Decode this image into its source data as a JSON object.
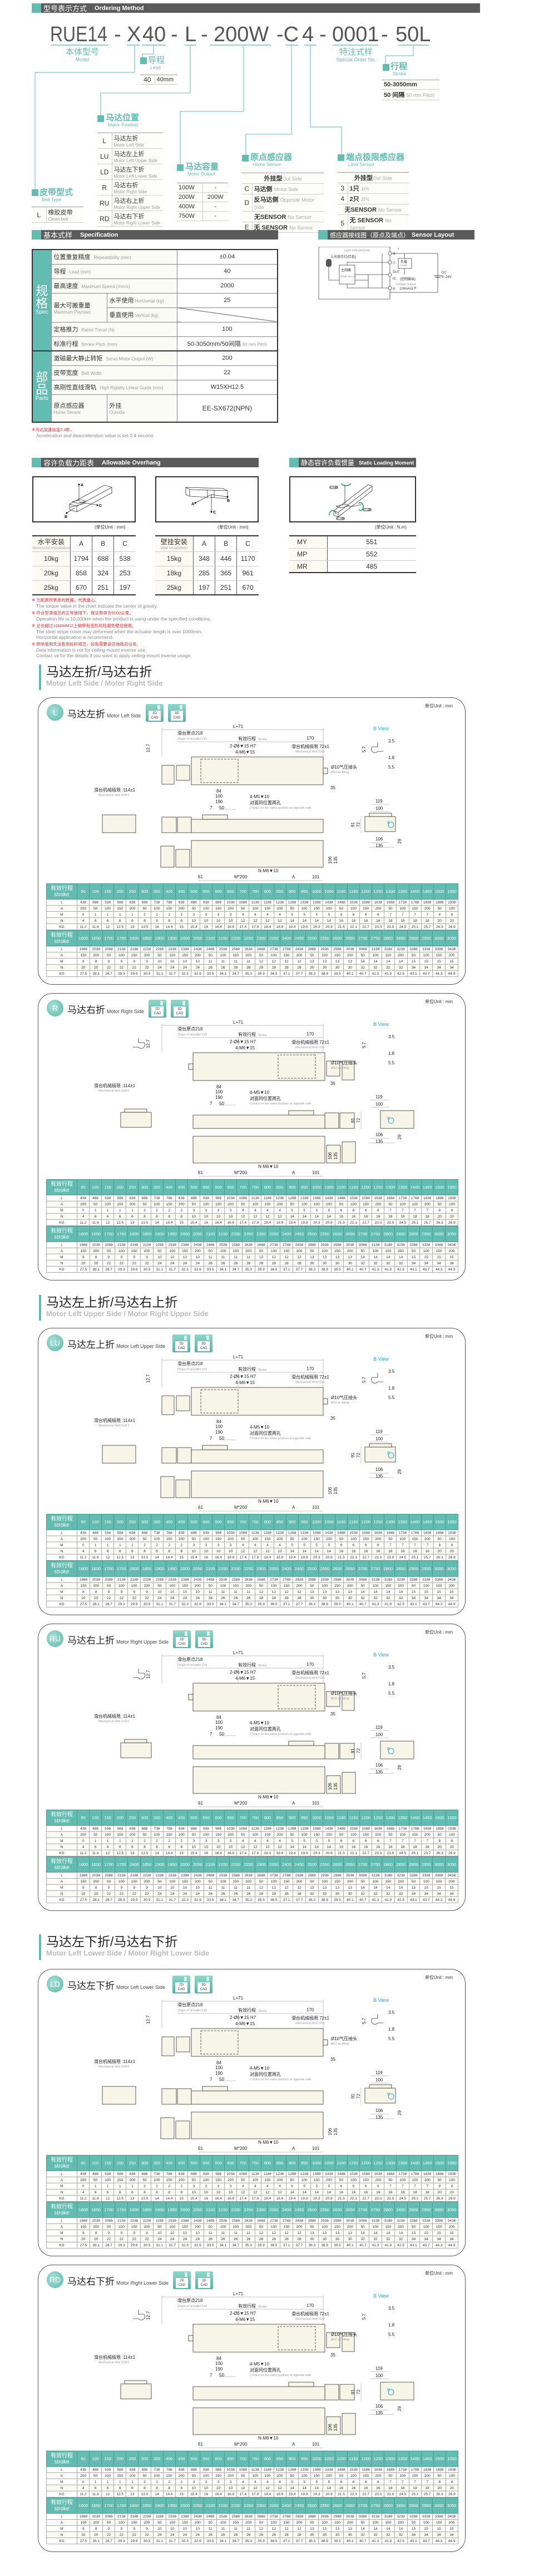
{
  "ordering": {
    "header_cn": "型号表示方式",
    "header_en": "Ordering Method",
    "code": {
      "model": "RUE14",
      "d1": "-",
      "belt": "X",
      "lead": "40",
      "d2": "-",
      "motor_pos": "L",
      "d3": "-",
      "output": "200W",
      "home": "-C",
      "limit": "4",
      "d4": "-",
      "special": "0001",
      "d5": "-",
      "stroke": "50L"
    },
    "model_label": {
      "cn": "本体型号",
      "en": "Model"
    },
    "special_label": {
      "cn": "特注式样",
      "en": "Special Order No."
    },
    "lead": {
      "cn": "导程",
      "en": "Lead",
      "rows": [
        {
          "k": "40",
          "v": "40mm"
        }
      ]
    },
    "stroke": {
      "cn": "行程",
      "en": "Stroke",
      "range": "50-3050mm",
      "pitch_a": "50 间隔",
      "pitch_b": "50 mm Pitch"
    },
    "motor_position": {
      "cn": "马达位置",
      "en": "Motor Position",
      "rows": [
        {
          "k": "L",
          "cn": "马达左折",
          "en": "Motor Left Side"
        },
        {
          "k": "LU",
          "cn": "马达左上折",
          "en": "Motor Left Upper Side"
        },
        {
          "k": "LD",
          "cn": "马达左下折",
          "en": "Motor Left Lower Side"
        },
        {
          "k": "R",
          "cn": "马达右折",
          "en": "Motor Right Side"
        },
        {
          "k": "RU",
          "cn": "马达右上折",
          "en": "Motor Right Upper Side"
        },
        {
          "k": "RD",
          "cn": "马达右下折",
          "en": "Motor Right Lower Side"
        }
      ]
    },
    "belt_type": {
      "cn": "皮带型式",
      "en": "Belt Type",
      "rows": [
        {
          "k": "L",
          "cn": "橡胶皮带",
          "en": "Clean belt"
        }
      ]
    },
    "motor_output": {
      "cn": "马达容量",
      "en": "Motor Output",
      "rows": [
        {
          "k": "100W",
          "v": "-"
        },
        {
          "k": "200W",
          "v": "200W"
        },
        {
          "k": "400W",
          "v": "-"
        },
        {
          "k": "750W",
          "v": "-"
        }
      ]
    },
    "home_sensor": {
      "cn": "原点感应器",
      "en": "Home Sensor",
      "head_cn": "外挂型",
      "head_en": "Out Side",
      "rows": [
        {
          "k": "C",
          "cn": "马达侧",
          "en": "Motor Side"
        },
        {
          "k": "D",
          "cn": "反马达侧",
          "en": "Opposite Motor Side"
        },
        {
          "k": "",
          "cn": "无SENSOR",
          "en": "No Sensor"
        },
        {
          "k": "E",
          "cn": "无 SENSOR",
          "en": "No Sensor"
        }
      ]
    },
    "limit_sensor": {
      "cn": "端点极限感应器",
      "en": "Limit Sensor",
      "head_cn": "外挂型",
      "head_en": "Out Side",
      "rows": [
        {
          "k": "3",
          "cn": "1只",
          "en": "1Pc"
        },
        {
          "k": "4",
          "cn": "2只",
          "en": "2Pc"
        },
        {
          "k": "",
          "cn": "无SENSOR",
          "en": "No Sensor"
        },
        {
          "k": "5",
          "cn": "无 SENSOR",
          "en": "No Sensor"
        }
      ]
    }
  },
  "spec": {
    "header_cn": "基本式样",
    "header_en": "Specification",
    "side_spec_cn": "规格",
    "side_spec_en": "Spec",
    "side_parts_cn": "部品",
    "side_parts_en": "Parts",
    "repeat": {
      "cn": "位置重复精度",
      "en": "Repeatability (mm)",
      "v": "±0.04"
    },
    "lead": {
      "cn": "导程",
      "en": "Lead (mm)",
      "v": "40"
    },
    "speed": {
      "cn": "最高速度",
      "en": "Maximum Speed (mm/s)",
      "v": "2000"
    },
    "payload": {
      "cn": "最大可搬重量",
      "en": "Maximum Payload",
      "h_cn": "水平使用",
      "h_en": "Horizontal (kg)",
      "h_v": "25",
      "v_cn": "垂直使用",
      "v_en": "Vertical (kg)"
    },
    "thrust": {
      "cn": "定格推力",
      "en": "Rated Thrust (N)",
      "v": "100"
    },
    "stroke": {
      "cn": "标准行程",
      "en": "Stroke Pitch (mm)",
      "v": "50-3050mm/50间隔",
      "v_en": "50 mm Pitch"
    },
    "motor": {
      "cn": "激磁最大静止转矩",
      "en": "Servo Motor Output (W)",
      "v": "200"
    },
    "belt": {
      "cn": "皮带宽度",
      "en": "Belt Width",
      "v": "22"
    },
    "guide": {
      "cn": "高刚性直线滑轨",
      "en": "High Rigidity Linear Guide (mm)",
      "v": "W15XH12.5"
    },
    "home": {
      "cn": "原点感应器",
      "en": "Home Sensor",
      "t_cn": "外挂",
      "t_en": "Outside",
      "v": "EE-SX672(NPN)"
    },
    "note_cn": "※马达加速设定0.4秒。",
    "note_en": "Acceleration and deacceleration value is set 0.4 second."
  },
  "sensor_layout": {
    "header_cn": "感应器接线图（原点及端点）",
    "header_en": "Sensor Layout",
    "light": "Light indicator(red)",
    "light_cn": "入光指示灯(红色)",
    "main_cn": "主回路",
    "main_en": "Main circuit",
    "out": "OUT",
    "ic": "IC",
    "ctrl": "(控制输出)",
    "vout": "Voltage output",
    "ma": "100mA以下",
    "load_cn": "负载",
    "load_en": "Load",
    "dc": "DC",
    "volt": "5~24V",
    "plus": "⊕",
    "minus": "⊖",
    "l": "Ⓛ",
    "star": "*"
  },
  "overhang": {
    "header_cn": "容许负载力距表",
    "header_en": "Allowable Overhang",
    "unit": "(单位Unit : mm)",
    "horizontal": {
      "head_cn": "水平安装",
      "head_en": "Horizontal Installation",
      "cols": [
        "A",
        "B",
        "C"
      ],
      "rows": [
        [
          "10kg",
          "1794",
          "688",
          "538"
        ],
        [
          "20kg",
          "858",
          "324",
          "253"
        ],
        [
          "25kg",
          "670",
          "251",
          "197"
        ]
      ]
    },
    "wall": {
      "head_cn": "壁挂安装",
      "head_en": "Wall Installation",
      "cols": [
        "A",
        "B",
        "C"
      ],
      "rows": [
        [
          "15kg",
          "348",
          "446",
          "1170"
        ],
        [
          "18kg",
          "285",
          "365",
          "961"
        ],
        [
          "25kg",
          "197",
          "251",
          "670"
        ]
      ]
    },
    "pts": {
      "a": "A",
      "b": "B",
      "c": "C"
    }
  },
  "static_moment": {
    "header_cn": "静态容许负载惯量",
    "header_en": "Static Loading Moment",
    "unit": "(单位Unit : N.m)",
    "rows": [
      [
        "MY",
        "551"
      ],
      [
        "MP",
        "552"
      ],
      [
        "MR",
        "485"
      ]
    ]
  },
  "notes": [
    {
      "cn": "※ 力距表所表示的数据，代表重心。",
      "en": [
        "The torque value in the chart indicate the center of gravity."
      ]
    },
    {
      "cn": "※ 符合型录规范的正常使用下，保证寿命为5000公里。",
      "en": [
        "Operation life is 10,000km when the product is using under the specified conditions."
      ]
    },
    {
      "cn": "※ 总长超过1000MM以上钢带有变形风险避免壁挂使用。",
      "en": [
        "The steel stripe cover may deformed when the actuator length is over 1000mm.",
        "Horizontal application is recommend."
      ]
    },
    {
      "cn": "※ 倒吊使用无法套用标杆规范，如有需要请咨询我司业务。",
      "en": [
        "Data information is not for ceiling-mount inverse use.",
        "Contact us for the details if you want to apply ceiling-mount inverse usage."
      ]
    }
  ],
  "sections": [
    {
      "cn": "马达左折/马达右折",
      "en": "Motor Left Side / Motor Right Side"
    },
    {
      "cn": "马达左上折/马达右上折",
      "en": "Motor Left Upper Side / Motor Right Upper Side"
    },
    {
      "cn": "马达左下折/马达右下折",
      "en": "Motor Left Lower Side / Motor Right Lower Side"
    }
  ],
  "panels": [
    {
      "code": "L",
      "cn": "马达左折",
      "en": "Motor Left Side"
    },
    {
      "code": "R",
      "cn": "马达右折",
      "en": "Motor Right Side"
    },
    {
      "code": "LU",
      "cn": "马达左上折",
      "en": "Motor Left Upper Side"
    },
    {
      "code": "RU",
      "cn": "马达右上折",
      "en": "Motor Right Upper Side"
    },
    {
      "code": "LD",
      "cn": "马达左下折",
      "en": "Motor Left Lower Side"
    },
    {
      "code": "RD",
      "cn": "马达右下折",
      "en": "Motor Right Lower Side"
    }
  ],
  "panel_common": {
    "unit": "单位Unit : mm",
    "cad2d": "2D",
    "cad3d": "3D",
    "cad": "CAD",
    "labels": {
      "total": "L+71",
      "origin_cn": "滑台原点218",
      "origin_en": "Origin of actuator:218",
      "stroke_cn": "有效行程",
      "stroke_en": "Stroke",
      "d170": "170",
      "hole1": "2-Ø6▼15 H7",
      "hole2": "4-M6▼15",
      "d127": "12.7",
      "mech72_cn": "滑台机械极限 72±1",
      "mech72_en": "Mechanical limit:72±1",
      "air_cn": "Ø10气压接头",
      "air_en": "Ø10 air fitting",
      "d35": "35",
      "mech114_cn": "滑台机械极限 :114±1",
      "mech114_en": "Mechanical limit:114±1",
      "d84": "84",
      "d100": "100",
      "d190": "190",
      "d7": "7",
      "d50": "50",
      "m5": "4-M5▼10",
      "m5_cn": "对面同位置两孔",
      "m5_en": "2 holes on the same position at opposite side.",
      "d61": "61",
      "m200": "M*200",
      "nm6": "N-M6▼10",
      "a": "A",
      "d101": "101",
      "d106": "106",
      "d135": "135",
      "bview": "B View",
      "d35b": "3.5",
      "d57": "5.7",
      "d18": "1.8",
      "d55": "5.5",
      "d119": "119",
      "d91": "91",
      "d72": "72",
      "d29": "29",
      "b": "B"
    }
  },
  "dimension_tables": [
    {
      "head_cn": "有效行程",
      "head_en": "stroke",
      "row_labels": [
        "L",
        "A",
        "M",
        "N",
        "KG"
      ],
      "stroke": [
        50,
        100,
        150,
        200,
        250,
        300,
        350,
        400,
        450,
        500,
        550,
        600,
        650,
        700,
        750,
        800,
        850,
        900,
        950,
        1000,
        1050,
        1100,
        1150,
        1200,
        1250,
        1300,
        1350,
        1400,
        1450,
        1500,
        1550
      ],
      "L": [
        438,
        488,
        538,
        588,
        638,
        688,
        738,
        788,
        838,
        888,
        938,
        988,
        1038,
        1088,
        1138,
        1188,
        1238,
        1288,
        1338,
        1388,
        1438,
        1488,
        1538,
        1588,
        1638,
        1688,
        1738,
        1788,
        1838,
        1888,
        1938
      ],
      "A": [
        200,
        50,
        100,
        150,
        200,
        50,
        100,
        150,
        200,
        50,
        100,
        150,
        200,
        50,
        100,
        150,
        200,
        50,
        100,
        150,
        200,
        50,
        100,
        150,
        200,
        50,
        100,
        150,
        200,
        50,
        100
      ],
      "M": [
        0,
        1,
        1,
        1,
        1,
        2,
        2,
        2,
        2,
        3,
        3,
        3,
        3,
        4,
        4,
        4,
        4,
        5,
        5,
        5,
        5,
        6,
        6,
        6,
        6,
        7,
        7,
        7,
        7,
        8,
        8
      ],
      "N": [
        4,
        6,
        6,
        6,
        6,
        8,
        8,
        8,
        8,
        10,
        10,
        10,
        10,
        12,
        12,
        12,
        12,
        14,
        14,
        14,
        14,
        16,
        16,
        16,
        16,
        18,
        18,
        18,
        18,
        20,
        20
      ],
      "KG": [
        11.2,
        11.6,
        12,
        12.5,
        13,
        13.5,
        14,
        14.4,
        15,
        15.4,
        16,
        16.4,
        16.9,
        17.4,
        17.9,
        18.4,
        18.9,
        19.4,
        19.9,
        20.3,
        20.9,
        21.5,
        22.1,
        22.7,
        23.3,
        23.9,
        24.5,
        25.1,
        25.7,
        26.3,
        26.9
      ]
    },
    {
      "head_cn": "有效行程",
      "head_en": "stroke",
      "row_labels": [
        "L",
        "A",
        "M",
        "N",
        "KG"
      ],
      "stroke": [
        1600,
        1650,
        1700,
        1750,
        1800,
        1850,
        1900,
        1950,
        2000,
        2050,
        2100,
        2150,
        2200,
        2250,
        2300,
        2350,
        2400,
        2450,
        2500,
        2550,
        2600,
        2650,
        2700,
        2750,
        2800,
        2850,
        2900,
        2950,
        3000,
        3050
      ],
      "L": [
        1988,
        2038,
        2088,
        2138,
        2188,
        2238,
        2288,
        2338,
        2388,
        2438,
        2488,
        2538,
        2588,
        2638,
        2688,
        2738,
        2788,
        2838,
        2888,
        2938,
        2988,
        3038,
        3088,
        3138,
        3188,
        3238,
        3288,
        3338,
        3388,
        3438
      ],
      "A": [
        150,
        200,
        50,
        100,
        150,
        200,
        50,
        100,
        150,
        200,
        50,
        100,
        150,
        200,
        50,
        100,
        150,
        200,
        50,
        100,
        150,
        200,
        50,
        100,
        150,
        200,
        50,
        100,
        150,
        200
      ],
      "M": [
        8,
        8,
        9,
        9,
        9,
        9,
        10,
        10,
        10,
        10,
        11,
        11,
        11,
        11,
        12,
        12,
        12,
        12,
        13,
        13,
        13,
        13,
        14,
        14,
        14,
        14,
        15,
        15,
        15,
        15
      ],
      "N": [
        20,
        20,
        22,
        22,
        22,
        22,
        24,
        24,
        24,
        24,
        26,
        26,
        26,
        26,
        28,
        28,
        28,
        28,
        30,
        30,
        30,
        30,
        32,
        32,
        32,
        32,
        34,
        34,
        34,
        34
      ],
      "KG": [
        27.5,
        28.1,
        28.7,
        29.3,
        29.9,
        30.5,
        31.1,
        31.7,
        32.3,
        32.9,
        33.5,
        34.1,
        34.7,
        35.3,
        35.9,
        36.5,
        37.1,
        37.7,
        38.3,
        38.9,
        39.5,
        40.1,
        40.7,
        41.3,
        41.9,
        42.5,
        43.1,
        43.7,
        44.3,
        44.9
      ]
    }
  ],
  "colors": {
    "accent": "#63bcb1",
    "header": "#5b5b5b",
    "note_red": "#e8262d",
    "bview": "#2aa8e0"
  }
}
